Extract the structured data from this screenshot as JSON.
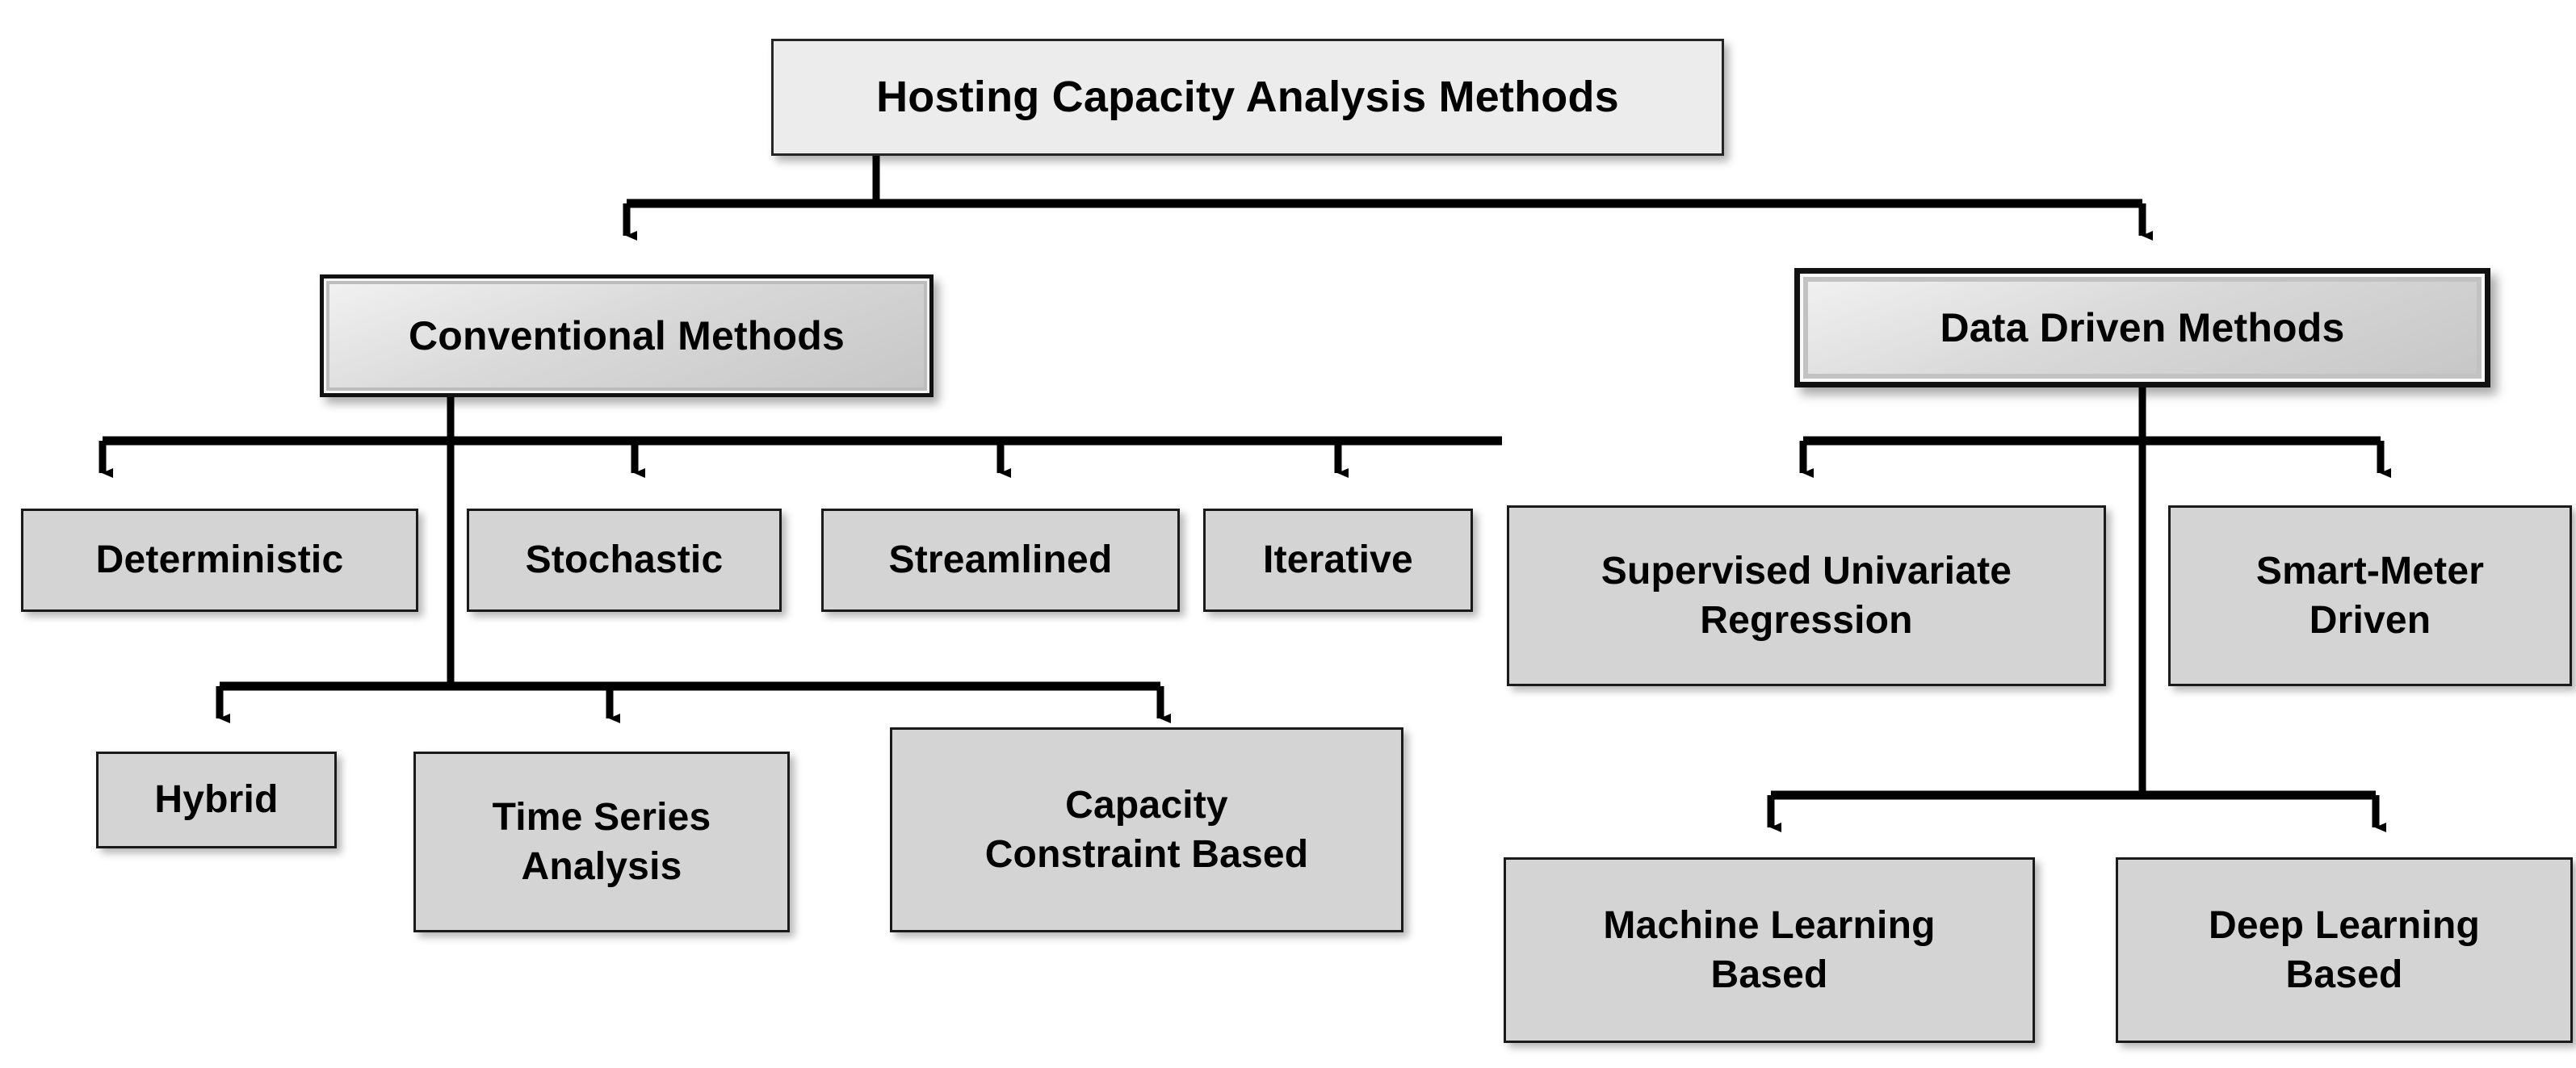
{
  "diagram": {
    "title": "Hosting Capacity Analysis Methods",
    "type": "tree",
    "orientation": "top-down",
    "background_color": "#ffffff",
    "node_fill_color": "#d4d4d4",
    "root_fill_color": "#ececec",
    "border_color": "#1a1a1a",
    "connector_color": "#000000",
    "text_color": "#000000"
  },
  "nodes": {
    "root": {
      "id": "root",
      "label": "Hosting Capacity Analysis Methods",
      "style": "root",
      "level": 0
    },
    "conventional": {
      "id": "conventional",
      "label": "Conventional Methods",
      "style": "bevel",
      "level": 1
    },
    "data_driven": {
      "id": "data_driven",
      "label": "Data Driven Methods",
      "style": "bevel-thick",
      "level": 1
    },
    "deterministic": {
      "id": "deterministic",
      "label": "Deterministic",
      "style": "plain",
      "level": 2
    },
    "stochastic": {
      "id": "stochastic",
      "label": "Stochastic",
      "style": "plain",
      "level": 2
    },
    "streamlined": {
      "id": "streamlined",
      "label": "Streamlined",
      "style": "plain",
      "level": 2
    },
    "iterative": {
      "id": "iterative",
      "label": "Iterative",
      "style": "plain",
      "level": 2
    },
    "supervised_univariate_regression": {
      "id": "supervised_univariate_regression",
      "label": "Supervised Univariate\nRegression",
      "style": "plain",
      "level": 2
    },
    "smart_meter_driven": {
      "id": "smart_meter_driven",
      "label": "Smart-Meter\nDriven",
      "style": "plain",
      "level": 2
    },
    "hybrid": {
      "id": "hybrid",
      "label": "Hybrid",
      "style": "plain",
      "level": 3
    },
    "time_series_analysis": {
      "id": "time_series_analysis",
      "label": "Time Series\nAnalysis",
      "style": "plain",
      "level": 3
    },
    "capacity_constraint_based": {
      "id": "capacity_constraint_based",
      "label": "Capacity\nConstraint Based",
      "style": "plain",
      "level": 3
    },
    "machine_learning_based": {
      "id": "machine_learning_based",
      "label": "Machine Learning\nBased",
      "style": "plain",
      "level": 3
    },
    "deep_learning_based": {
      "id": "deep_learning_based",
      "label": "Deep Learning\nBased",
      "style": "plain",
      "level": 3
    }
  },
  "edges": [
    {
      "from": "root",
      "to": "conventional"
    },
    {
      "from": "root",
      "to": "data_driven"
    },
    {
      "from": "conventional",
      "to": "deterministic"
    },
    {
      "from": "conventional",
      "to": "stochastic"
    },
    {
      "from": "conventional",
      "to": "streamlined"
    },
    {
      "from": "conventional",
      "to": "iterative"
    },
    {
      "from": "conventional",
      "to": "hybrid"
    },
    {
      "from": "conventional",
      "to": "time_series_analysis"
    },
    {
      "from": "conventional",
      "to": "capacity_constraint_based"
    },
    {
      "from": "data_driven",
      "to": "supervised_univariate_regression"
    },
    {
      "from": "data_driven",
      "to": "smart_meter_driven"
    },
    {
      "from": "data_driven",
      "to": "machine_learning_based"
    },
    {
      "from": "data_driven",
      "to": "deep_learning_based"
    }
  ]
}
